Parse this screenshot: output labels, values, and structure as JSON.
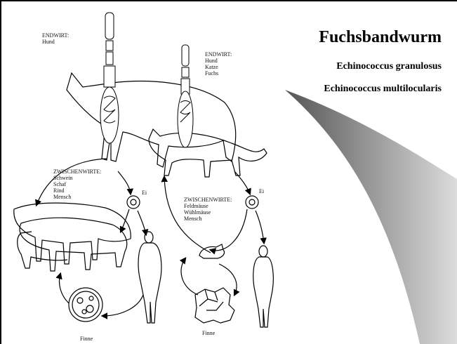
{
  "title": "Fuchsbandwurm",
  "species": [
    "Echinococcus granulosus",
    "Echinococcus multilocularis"
  ],
  "left_cycle": {
    "endwirt_heading": "ENDWIRT:",
    "endwirt_hosts": "Hund",
    "zwischenwirte_heading": "ZWISCHENWIRTE:",
    "zwischenwirte_hosts": "Schwein\nSchaf\nRind\nMensch",
    "egg_label": "Ei",
    "cyst_label": "Finne"
  },
  "right_cycle": {
    "endwirt_heading": "ENDWIRT:",
    "endwirt_hosts": "Hund\nKatze\nFuchs",
    "zwischenwirte_heading": "ZWISCHENWIRTE:",
    "zwischenwirte_hosts": "Feldmäuse\nWühlmäuse\nMensch",
    "egg_label": "Ei",
    "cyst_label": "Finne"
  },
  "colors": {
    "background": "#ffffff",
    "ink": "#000000",
    "wedge_dark": "#555555",
    "wedge_light": "#dcdcdc"
  }
}
